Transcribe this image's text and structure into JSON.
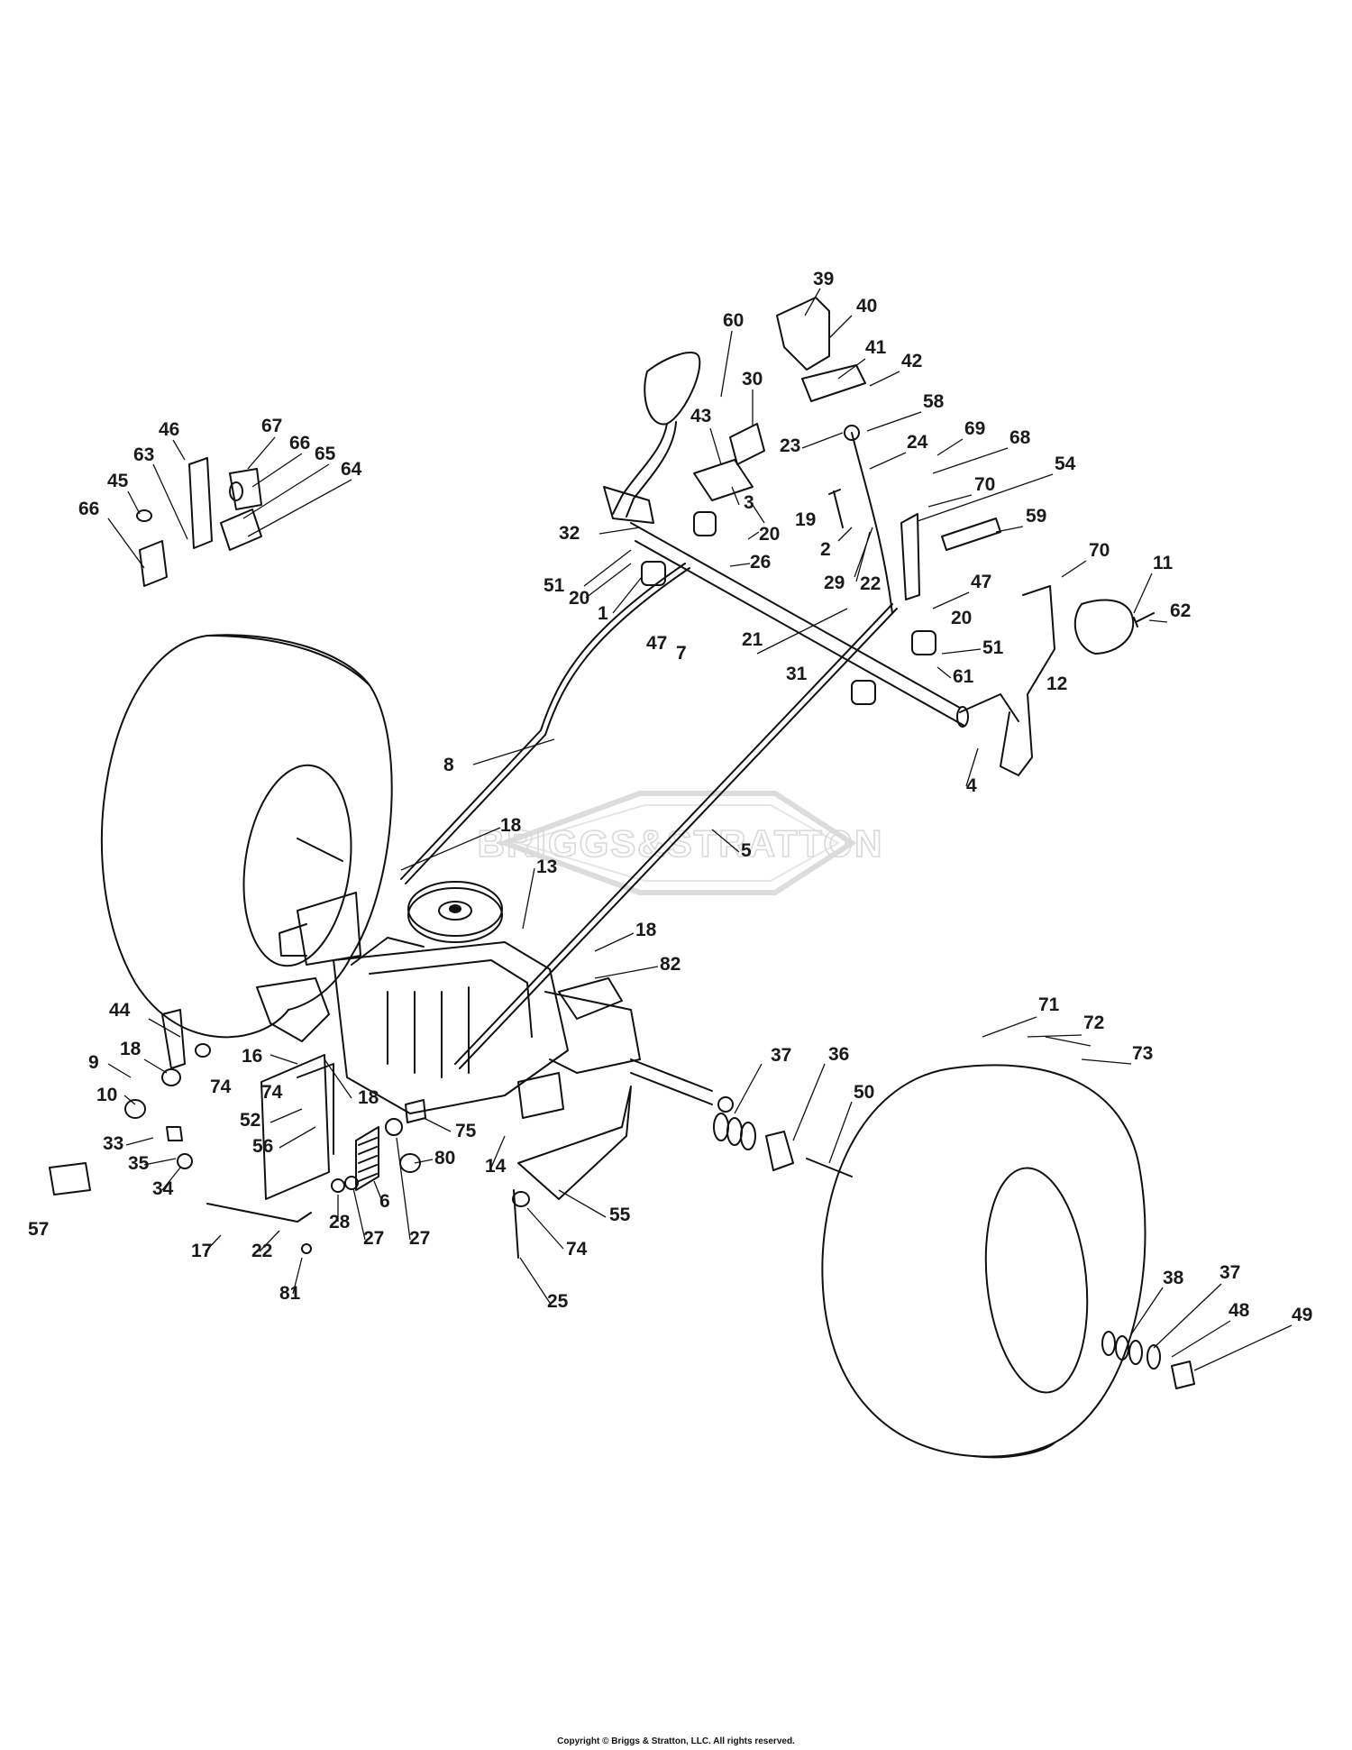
{
  "watermark": {
    "text": "BRIGGS&STRATTON"
  },
  "copyright": "Copyright © Briggs & Stratton, LLC. All rights reserved.",
  "part_labels": [
    "39",
    "40",
    "60",
    "41",
    "42",
    "30",
    "58",
    "43",
    "23",
    "24",
    "69",
    "68",
    "54",
    "3",
    "70",
    "19",
    "32",
    "20",
    "2",
    "59",
    "26",
    "51",
    "29",
    "22",
    "70",
    "11",
    "20",
    "1",
    "47",
    "62",
    "47",
    "7",
    "21",
    "20",
    "31",
    "51",
    "12",
    "61",
    "4",
    "8",
    "18",
    "5",
    "13",
    "18",
    "82",
    "71",
    "72",
    "73",
    "44",
    "16",
    "9",
    "18",
    "74",
    "74",
    "18",
    "10",
    "52",
    "75",
    "33",
    "56",
    "80",
    "35",
    "34",
    "14",
    "36",
    "37",
    "50",
    "28",
    "6",
    "27",
    "27",
    "55",
    "57",
    "17",
    "22",
    "74",
    "81",
    "25",
    "38",
    "37",
    "48",
    "49",
    "46",
    "67",
    "66",
    "65",
    "63",
    "64",
    "45",
    "66"
  ]
}
